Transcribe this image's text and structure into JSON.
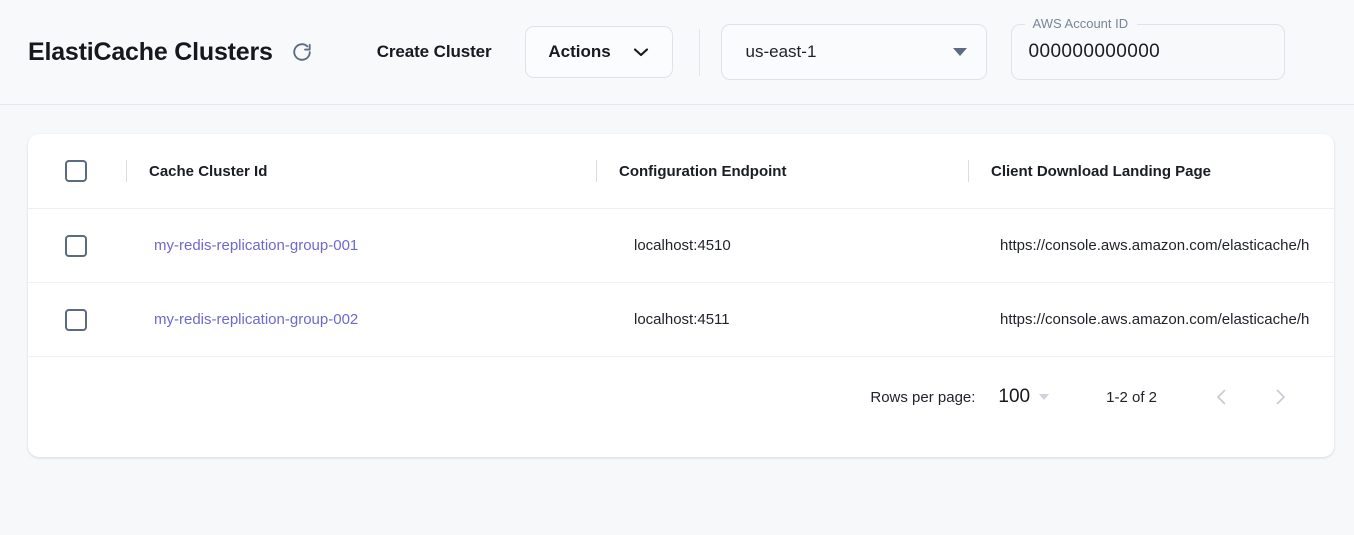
{
  "header": {
    "title": "ElastiCache Clusters",
    "refresh_icon": "refresh-icon",
    "create_cluster_label": "Create Cluster",
    "actions_label": "Actions",
    "actions_chevron_icon": "chevron-down-icon",
    "region": {
      "value": "us-east-1",
      "dropdown_icon": "triangle-down-icon"
    },
    "account": {
      "label": "AWS Account ID",
      "value": "000000000000"
    }
  },
  "table": {
    "columns": [
      {
        "key": "select",
        "label": ""
      },
      {
        "key": "cache_cluster_id",
        "label": "Cache Cluster Id"
      },
      {
        "key": "configuration_endpoint",
        "label": "Configuration Endpoint"
      },
      {
        "key": "client_download_landing_page",
        "label": "Client Download Landing Page"
      }
    ],
    "select_all_checked": false,
    "rows": [
      {
        "selected": false,
        "cache_cluster_id": "my-redis-replication-group-001",
        "configuration_endpoint": "localhost:4510",
        "client_download_landing_page": "https://console.aws.amazon.com/elasticache/h"
      },
      {
        "selected": false,
        "cache_cluster_id": "my-redis-replication-group-002",
        "configuration_endpoint": "localhost:4511",
        "client_download_landing_page": "https://console.aws.amazon.com/elasticache/h"
      }
    ]
  },
  "pagination": {
    "rows_per_page_label": "Rows per page:",
    "rows_per_page_value": "100",
    "range_label": "1-2 of 2",
    "prev_icon": "chevron-left-icon",
    "next_icon": "chevron-right-icon",
    "prev_disabled": true,
    "next_disabled": true
  },
  "colors": {
    "page_background": "#f7f8fa",
    "header_background": "#f8f9fb",
    "card_background": "#ffffff",
    "link": "#6e68d2",
    "text_primary": "#1a1d23",
    "border": "#dfe2e8",
    "checkbox_border": "#5c6b80",
    "pager_chevron": "#c7ccd4"
  }
}
